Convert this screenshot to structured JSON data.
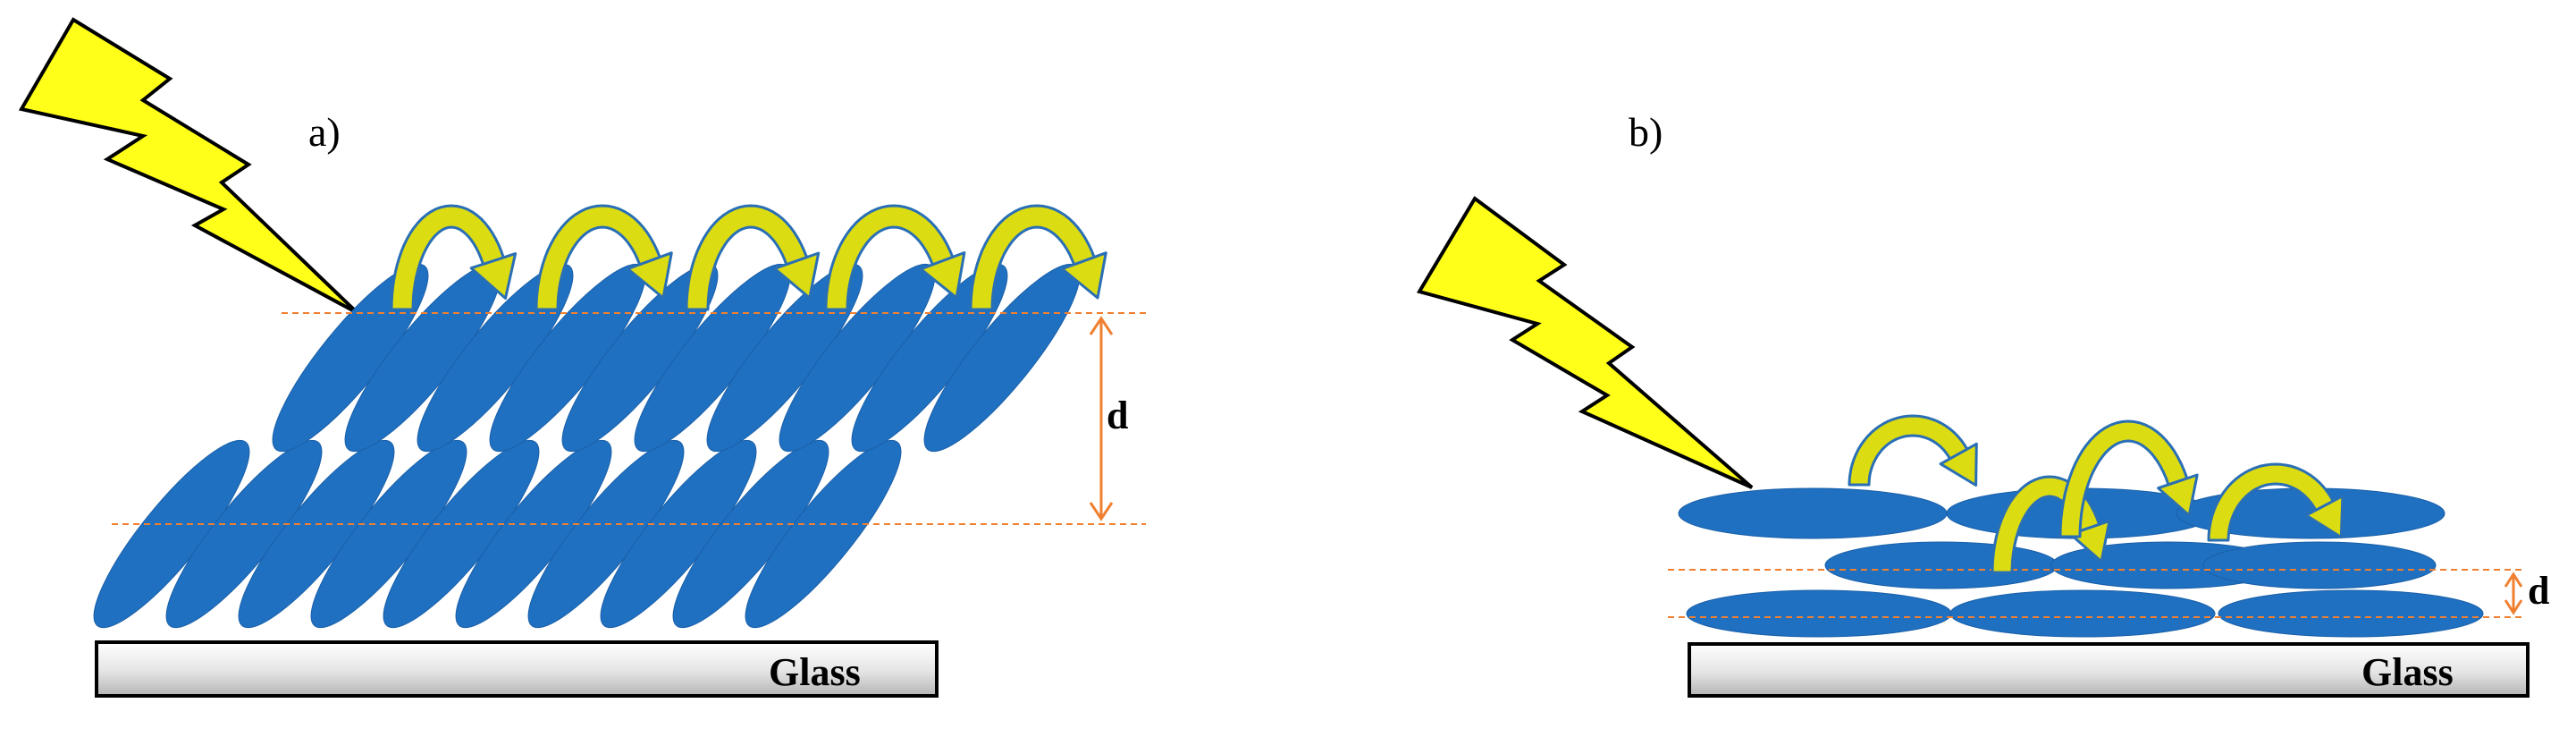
{
  "panel_a": {
    "label": "a)",
    "thickness_label": "d",
    "substrate_label": "Glass"
  },
  "panel_b": {
    "label": "b)",
    "thickness_label": "d",
    "substrate_label": "Glass"
  },
  "colors": {
    "molecule_fill": "#1f70c1",
    "molecule_stroke": "#1a5fa8",
    "lightning_fill": "#ffff1a",
    "lightning_stroke": "#000000",
    "arrow_fill": "#dcdc12",
    "arrow_stroke": "#2a6fb5",
    "dimension_line": "#f08030",
    "glass_top": "#ffffff",
    "glass_bottom": "#b8b8b8"
  },
  "icons": {
    "light": "lightning-bolt-icon",
    "transport": "hopping-arrow-icon"
  }
}
